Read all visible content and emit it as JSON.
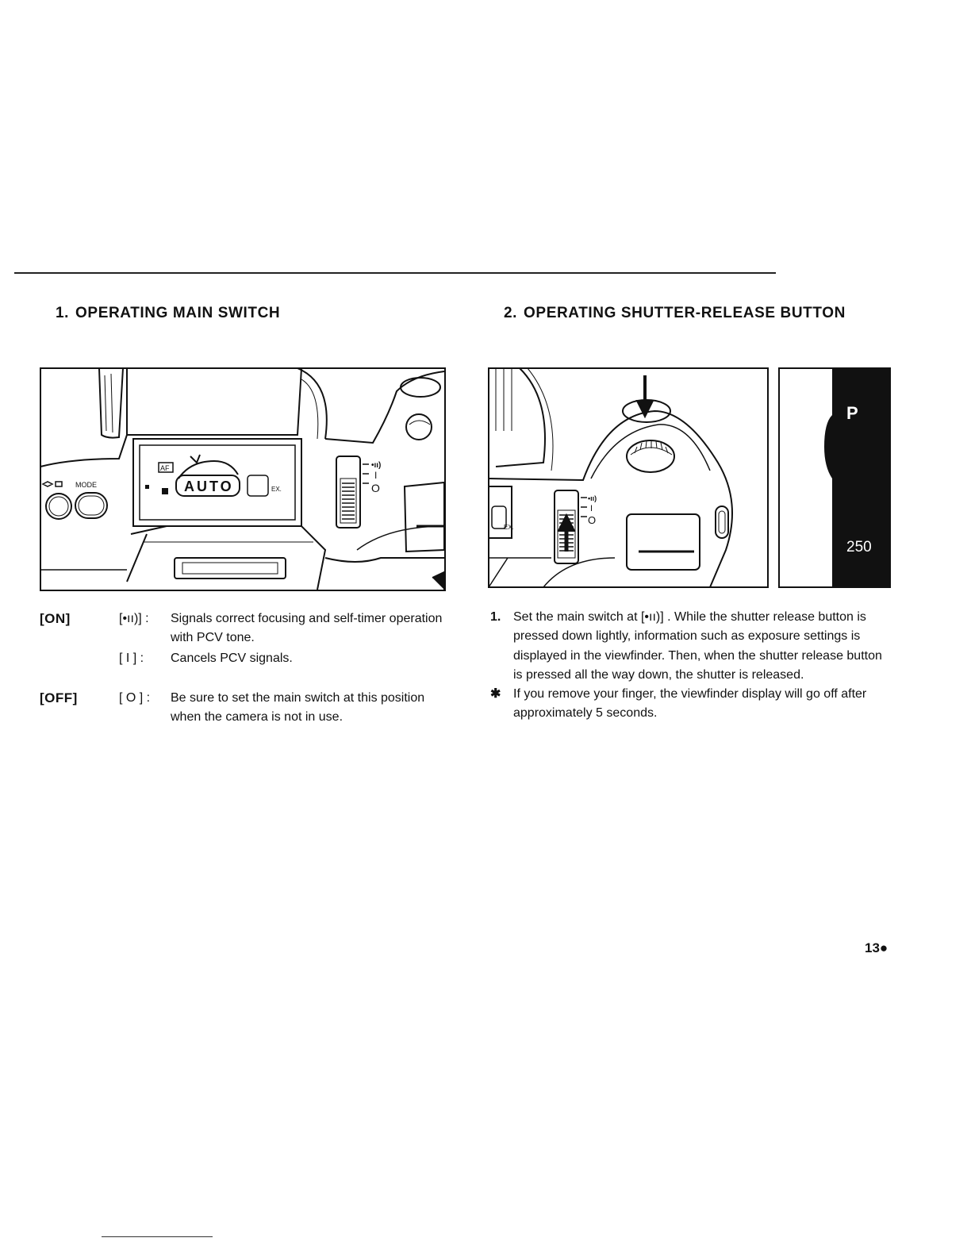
{
  "section1": {
    "number": "1.",
    "title": "OPERATING MAIN SWITCH"
  },
  "section2": {
    "number": "2.",
    "title": "OPERATING SHUTTER-RELEASE BUTTON"
  },
  "figure1": {
    "mode_label": "MODE",
    "af_label": "AF",
    "auto_label": "AUTO",
    "ex_label": "EX.",
    "switch_on_symbol": "•ıı)",
    "switch_cancel_symbol": "I",
    "switch_off_symbol": "O"
  },
  "figure2": {
    "ex_label": "EX.",
    "switch_on_symbol": "•ıı)",
    "switch_cancel_symbol": "I",
    "switch_off_symbol": "O"
  },
  "viewfinder": {
    "mode": "P",
    "shutter_speed": "250"
  },
  "definitions": [
    {
      "term": "[ON]",
      "symbol": "[•ıı)] :",
      "text": "Signals correct focusing and self-timer operation with PCV tone."
    },
    {
      "term": "",
      "symbol": "[ I ] :",
      "text": "Cancels PCV signals."
    },
    {
      "term": "[OFF]",
      "symbol": "[ O ] :",
      "text": "Be sure to set the main switch at this position when the camera is not in use."
    }
  ],
  "steps": [
    {
      "marker": "1.",
      "text": "Set the main switch at [•ıı)] . While the shutter release button is pressed down lightly, information such as exposure settings is displayed in the viewfinder. Then, when the shutter release button is pressed all the way down, the shutter is released."
    },
    {
      "marker": "✱",
      "text": "If you remove your finger, the viewfinder display will go off after approximately 5 seconds."
    }
  ],
  "page_number": "13●"
}
